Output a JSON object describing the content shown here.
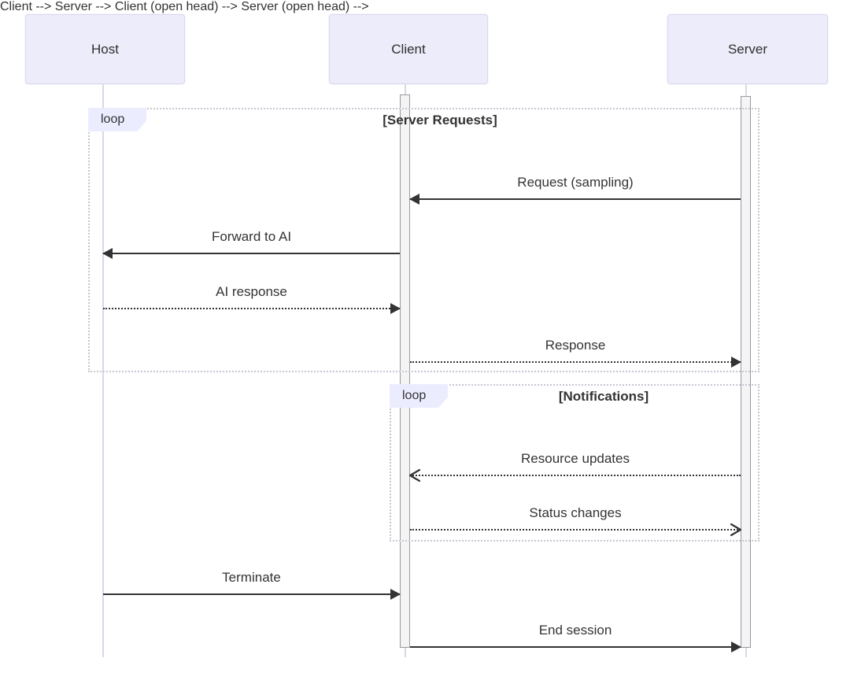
{
  "diagram": {
    "type": "sequence-diagram",
    "actors": [
      {
        "id": "host",
        "label": "Host"
      },
      {
        "id": "client",
        "label": "Client"
      },
      {
        "id": "server",
        "label": "Server"
      }
    ],
    "loops": [
      {
        "label": "loop",
        "title": "[Server Requests]"
      },
      {
        "label": "loop",
        "title": "[Notifications]"
      }
    ],
    "messages": [
      {
        "from": "server",
        "to": "client",
        "label": "Request (sampling)",
        "line": "solid",
        "arrow": "filled"
      },
      {
        "from": "client",
        "to": "host",
        "label": "Forward to AI",
        "line": "solid",
        "arrow": "filled"
      },
      {
        "from": "host",
        "to": "client",
        "label": "AI response",
        "line": "dotted",
        "arrow": "filled"
      },
      {
        "from": "client",
        "to": "server",
        "label": "Response",
        "line": "dotted",
        "arrow": "filled"
      },
      {
        "from": "server",
        "to": "client",
        "label": "Resource updates",
        "line": "dotted",
        "arrow": "open"
      },
      {
        "from": "client",
        "to": "server",
        "label": "Status changes",
        "line": "dotted",
        "arrow": "open"
      },
      {
        "from": "host",
        "to": "client",
        "label": "Terminate",
        "line": "solid",
        "arrow": "filled"
      },
      {
        "from": "client",
        "to": "server",
        "label": "End session",
        "line": "solid",
        "arrow": "filled"
      }
    ],
    "colors": {
      "background": "#FFFFFF",
      "actor_fill": "#ECECFA",
      "actor_border": "#D9D9EE",
      "loop_label_fill": "#ECECFF",
      "frame_border": "#C6C6D2",
      "lifeline": "#D8D8E4",
      "activation_fill": "#F4F4F6",
      "activation_border": "#9A9A9A",
      "line": "#333333",
      "text": "#333333"
    }
  }
}
